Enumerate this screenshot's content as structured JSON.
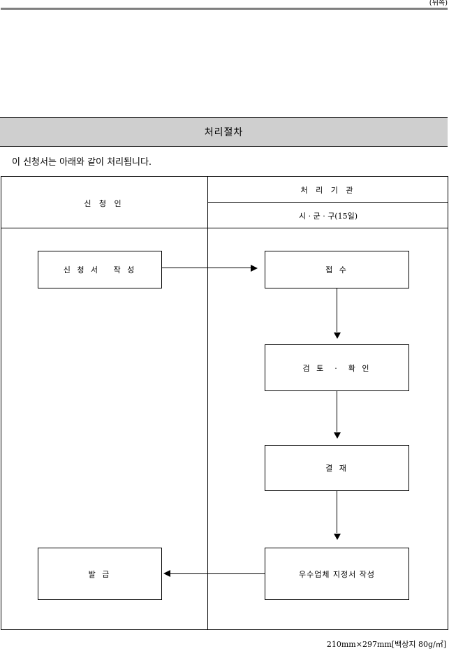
{
  "page_marker": "(뒤쪽)",
  "section_title": "처리절차",
  "intro_text": "이 신청서는 아래와 같이 처리됩니다.",
  "columns": {
    "applicant": "신 청 인",
    "agency": "처 리 기 관",
    "agency_sub": "시 · 군 · 구(15일)"
  },
  "steps": {
    "write_application": "신 청 서   작 성",
    "receipt": "접 수",
    "review": "검 토  ·  확 인",
    "approval": "결 재",
    "designation": "우수업체 지정서 작성",
    "issuance": "발 급"
  },
  "footer": "210mm×297mm[백상지 80g/㎡]"
}
